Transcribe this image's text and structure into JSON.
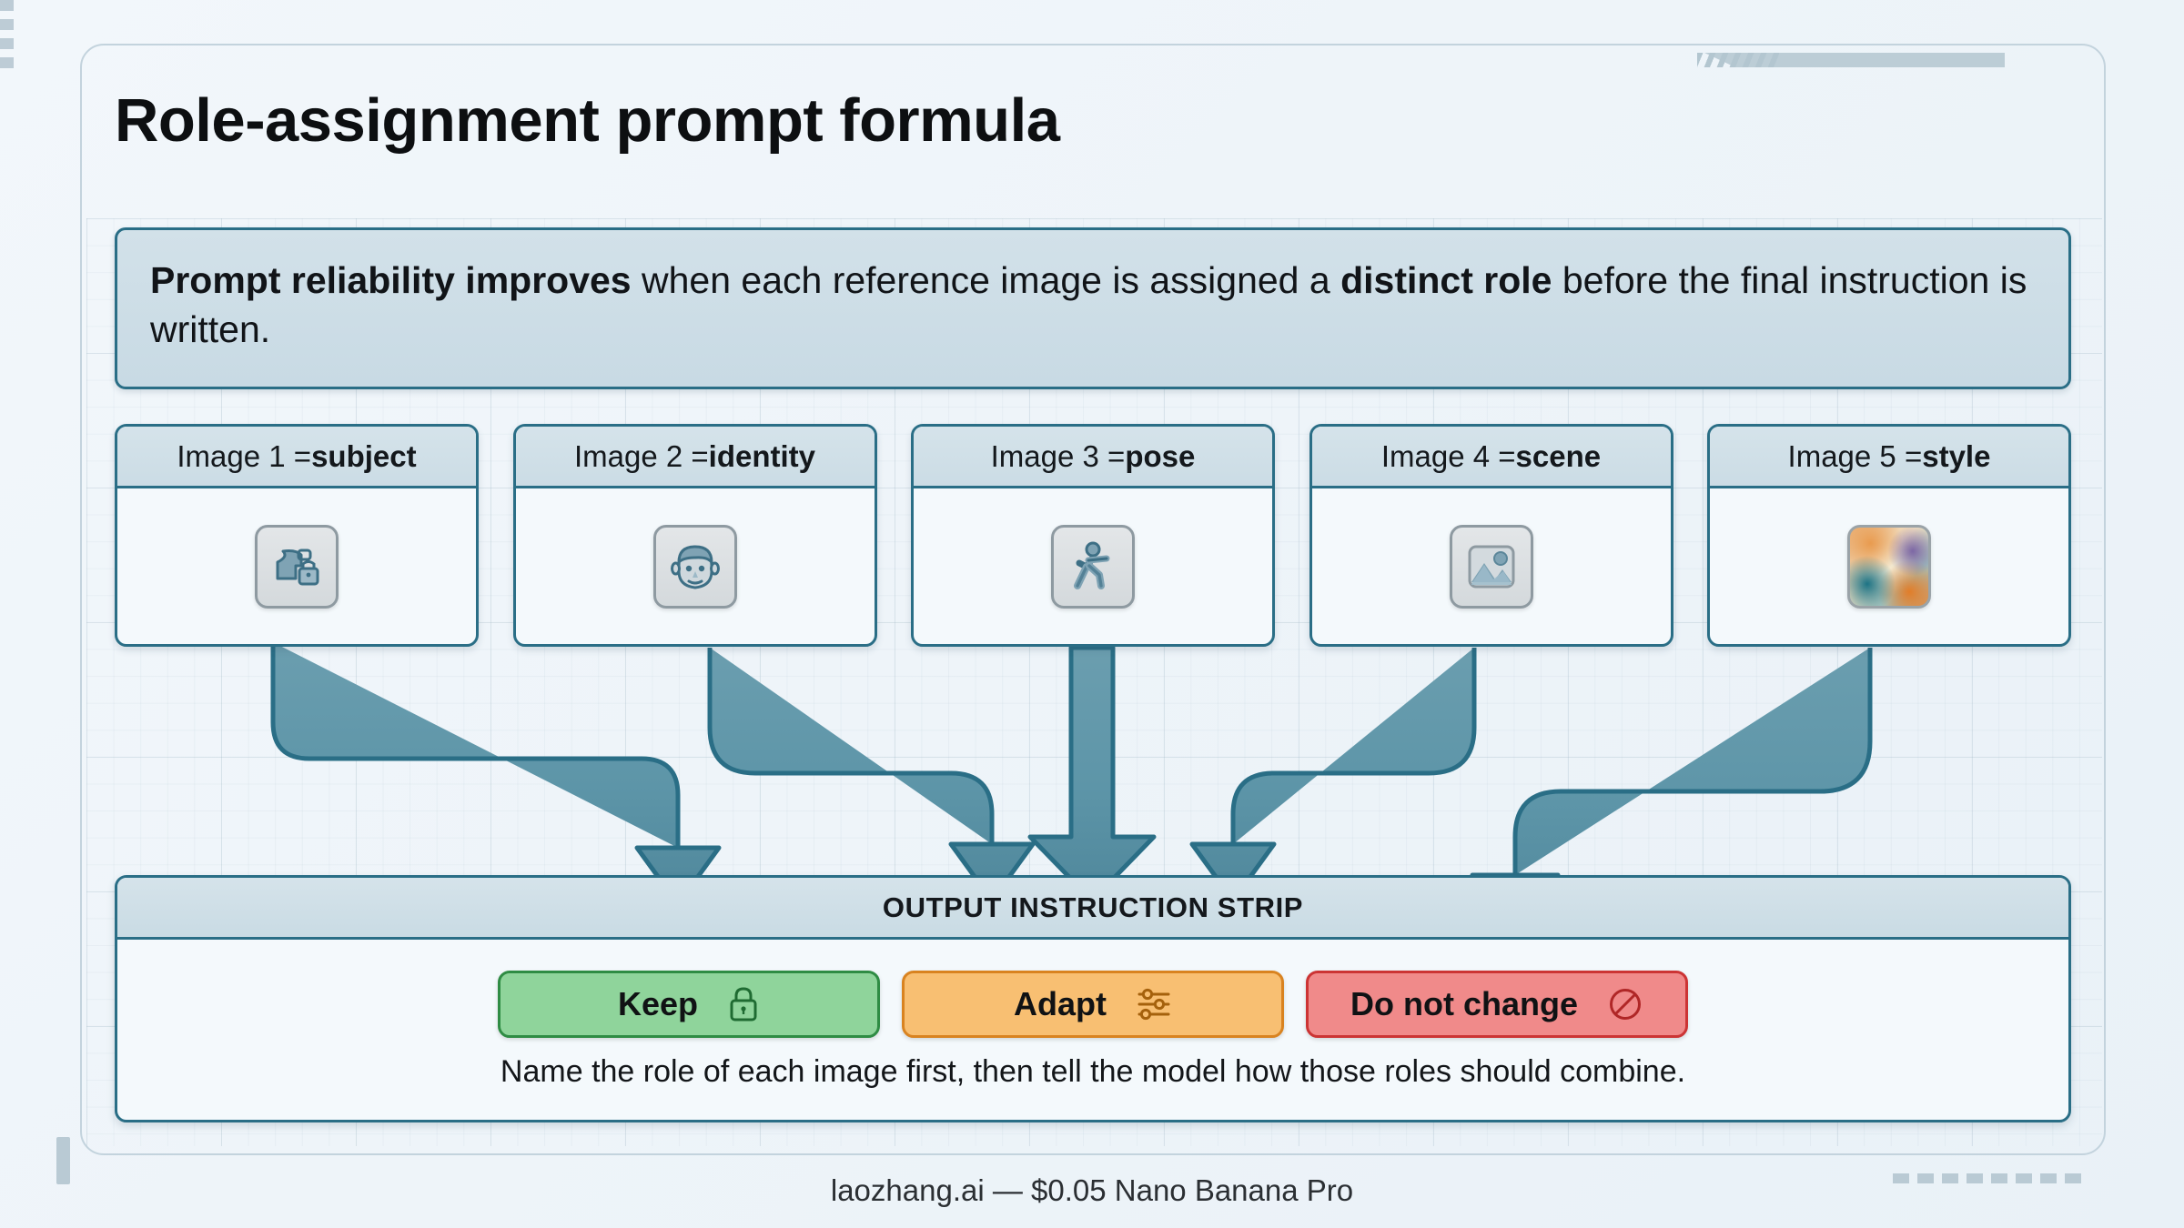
{
  "page": {
    "title": "Role-assignment prompt formula"
  },
  "lead_banner": {
    "bold_lead": "Prompt reliability improves",
    "rest": " when each reference image is assigned a ",
    "bold_mid": "distinct role",
    "tail": " before the final instruction is written."
  },
  "cards": [
    {
      "prefix": "Image 1 = ",
      "role": "subject",
      "icon": "bag-lock-icon"
    },
    {
      "prefix": "Image 2 = ",
      "role": "identity",
      "icon": "face-icon"
    },
    {
      "prefix": "Image 3 = ",
      "role": "pose",
      "icon": "walking-person-icon"
    },
    {
      "prefix": "Image 4 = ",
      "role": "scene",
      "icon": "landscape-picture-icon"
    },
    {
      "prefix": "Image 5 = ",
      "role": "style",
      "icon": "style-swatch-icon"
    }
  ],
  "output_strip": {
    "header": "OUTPUT INSTRUCTION STRIP",
    "pills": [
      {
        "label": "Keep",
        "icon": "lock-icon",
        "color": "#8fd49b",
        "border": "#2f8c44"
      },
      {
        "label": "Adapt",
        "icon": "sliders-icon",
        "color": "#f8bf72",
        "border": "#d98320"
      },
      {
        "label": "Do not change",
        "icon": "prohibition-icon",
        "color": "#f08a8a",
        "border": "#cc3434"
      }
    ],
    "caption": "Name the role of each image first, then tell the model how those roles should combine."
  },
  "footer": {
    "watermark": "laozhang.ai  — $0.05 Nano Banana Pro"
  },
  "colors": {
    "accent_teal": "#2a6e86",
    "connector_fill": "#5d95a8",
    "connector_stroke": "#2a6e86",
    "banner_bg": "#cbdce5",
    "page_bg": "#eef4f9"
  }
}
